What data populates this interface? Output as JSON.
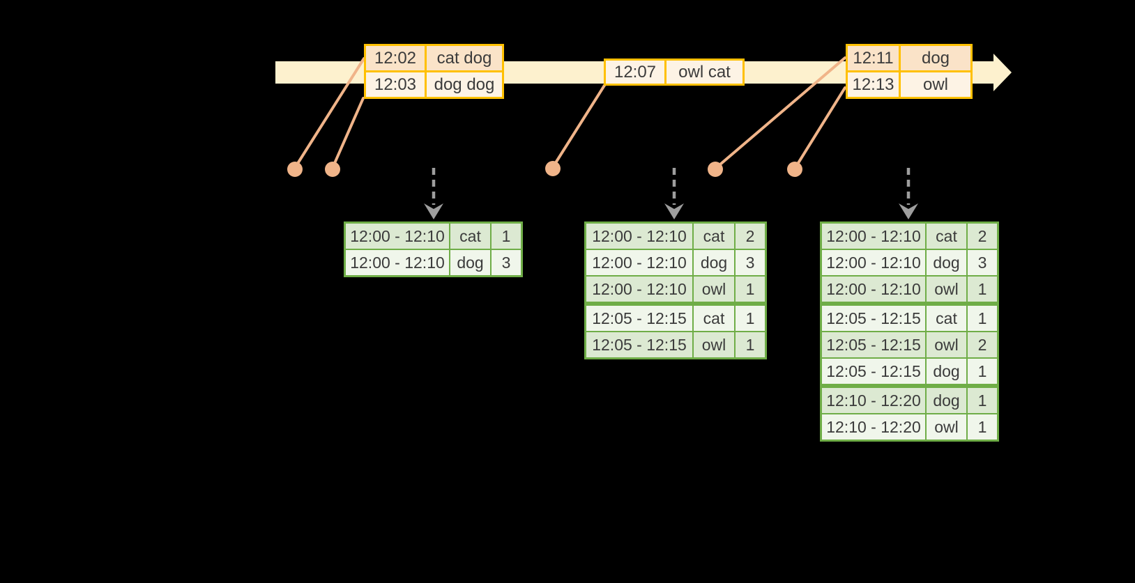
{
  "colors": {
    "background": "#000000",
    "timeline_fill": "#fdf1ce",
    "event_border": "#ffc000",
    "event_row_dark": "#fae3c8",
    "event_row_light": "#fdf3e5",
    "connector": "#f0b489",
    "dashed_arrow": "#9e9e9e",
    "result_border": "#6fad47",
    "result_row_dark": "#dce9d2",
    "result_row_light": "#f0f6eb",
    "text": "#3b3b3b"
  },
  "event_tables": [
    {
      "rows": [
        {
          "time": "12:02",
          "words": "cat dog"
        },
        {
          "time": "12:03",
          "words": "dog dog"
        }
      ]
    },
    {
      "rows": [
        {
          "time": "12:07",
          "words": "owl cat"
        }
      ]
    },
    {
      "rows": [
        {
          "time": "12:11",
          "words": "dog"
        },
        {
          "time": "12:13",
          "words": "owl"
        }
      ]
    }
  ],
  "result_tables": [
    {
      "rows": [
        {
          "window": "12:00 - 12:10",
          "word": "cat",
          "count": 1
        },
        {
          "window": "12:00 - 12:10",
          "word": "dog",
          "count": 3
        }
      ]
    },
    {
      "rows": [
        {
          "window": "12:00 - 12:10",
          "word": "cat",
          "count": 2
        },
        {
          "window": "12:00 - 12:10",
          "word": "dog",
          "count": 3
        },
        {
          "window": "12:00 - 12:10",
          "word": "owl",
          "count": 1
        },
        {
          "window": "12:05 - 12:15",
          "word": "cat",
          "count": 1
        },
        {
          "window": "12:05 - 12:15",
          "word": "owl",
          "count": 1
        }
      ]
    },
    {
      "rows": [
        {
          "window": "12:00 - 12:10",
          "word": "cat",
          "count": 2
        },
        {
          "window": "12:00 - 12:10",
          "word": "dog",
          "count": 3
        },
        {
          "window": "12:00 - 12:10",
          "word": "owl",
          "count": 1
        },
        {
          "window": "12:05 - 12:15",
          "word": "cat",
          "count": 1
        },
        {
          "window": "12:05 - 12:15",
          "word": "owl",
          "count": 2
        },
        {
          "window": "12:05 - 12:15",
          "word": "dog",
          "count": 1
        },
        {
          "window": "12:10 - 12:20",
          "word": "dog",
          "count": 1
        },
        {
          "window": "12:10 - 12:20",
          "word": "owl",
          "count": 1
        }
      ]
    }
  ]
}
